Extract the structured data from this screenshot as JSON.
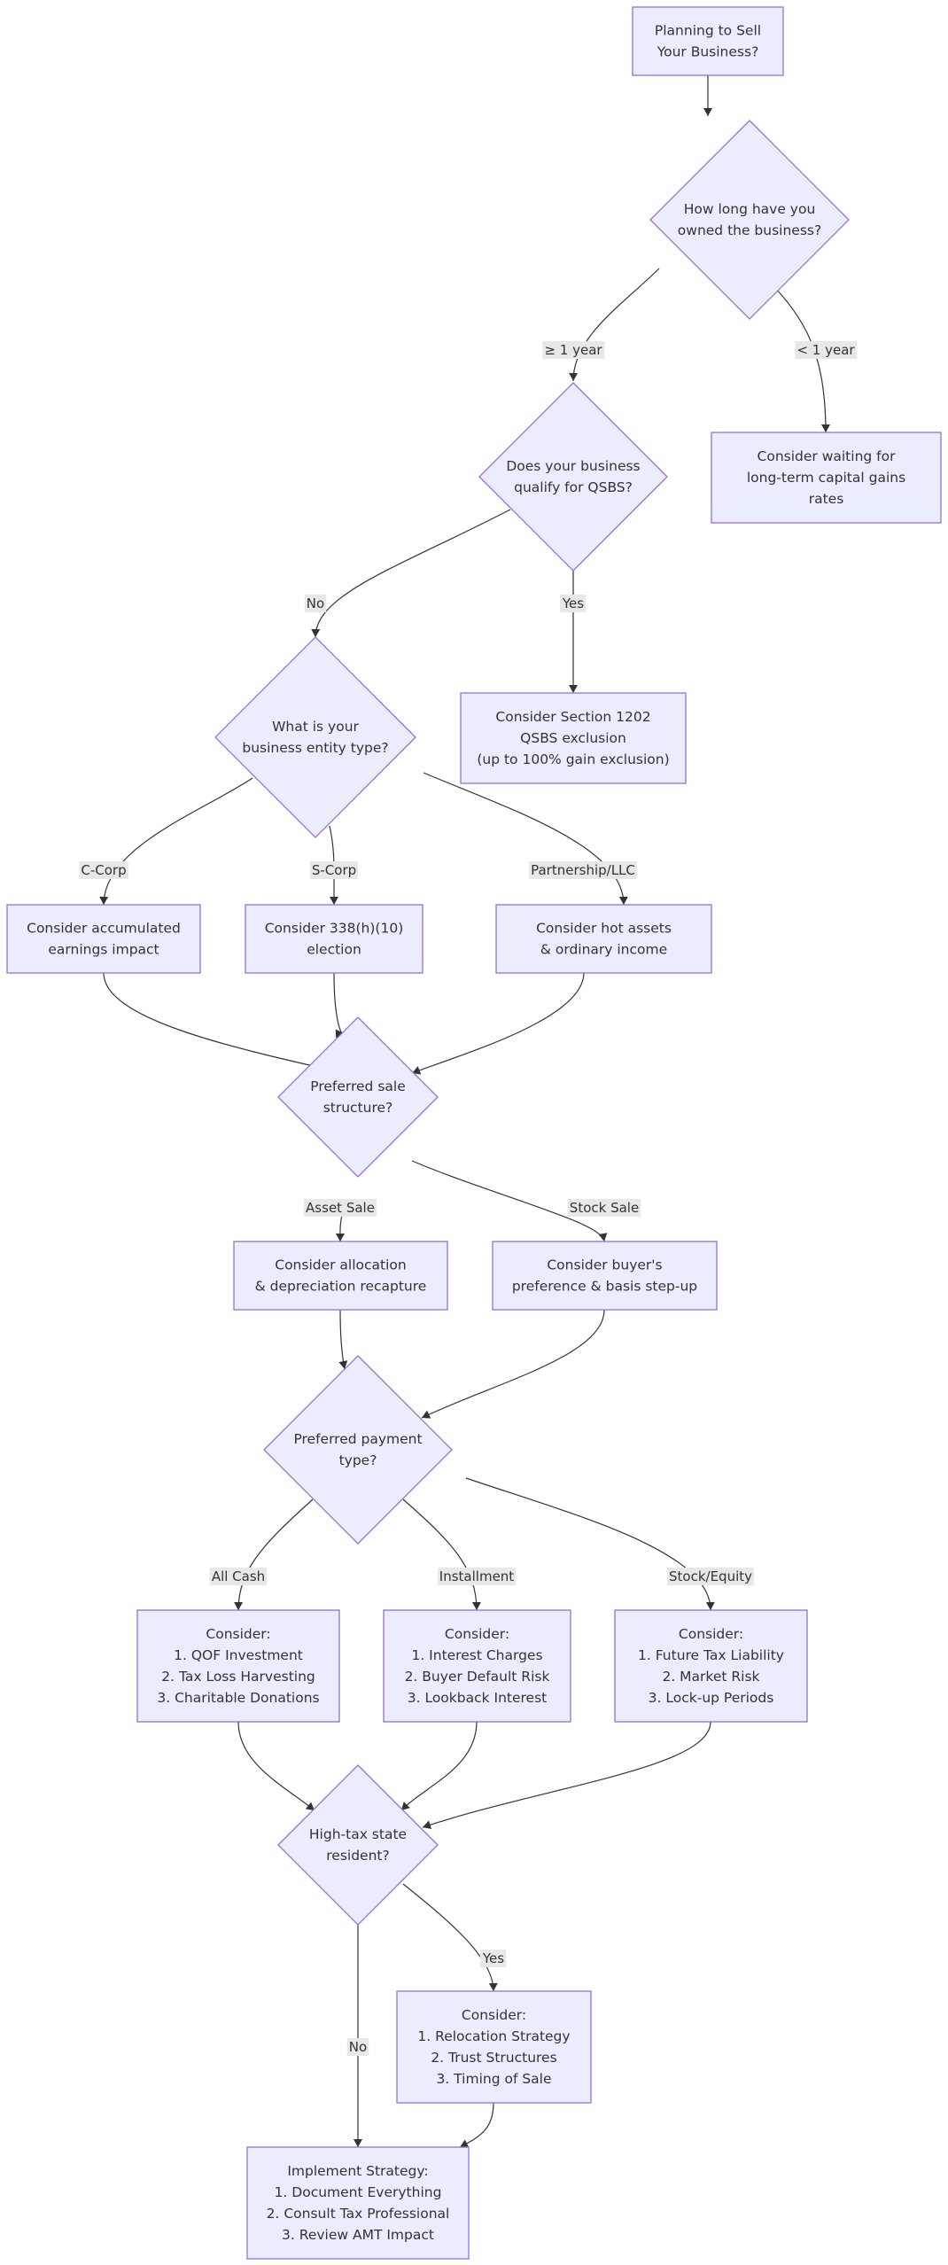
{
  "nodes": {
    "start": {
      "shape": "rect",
      "lines": [
        "Planning to Sell",
        "Your Business?"
      ]
    },
    "own": {
      "shape": "diamond",
      "lines": [
        "How long have you",
        "owned the business?"
      ]
    },
    "wait": {
      "shape": "rect",
      "lines": [
        "Consider waiting for",
        "long-term capital gains",
        "rates"
      ]
    },
    "qsbs": {
      "shape": "diamond",
      "lines": [
        "Does your business",
        "qualify for QSBS?"
      ]
    },
    "sec1202": {
      "shape": "rect",
      "lines": [
        "Consider Section 1202",
        "QSBS exclusion",
        "(up to 100% gain exclusion)"
      ]
    },
    "entity": {
      "shape": "diamond",
      "lines": [
        "What is your",
        "business entity type?"
      ]
    },
    "ccorp": {
      "shape": "rect",
      "lines": [
        "Consider accumulated",
        "earnings impact"
      ]
    },
    "scorp": {
      "shape": "rect",
      "lines": [
        "Consider 338(h)(10)",
        "election"
      ]
    },
    "partner": {
      "shape": "rect",
      "lines": [
        "Consider hot assets",
        "& ordinary income"
      ]
    },
    "sale": {
      "shape": "diamond",
      "lines": [
        "Preferred sale",
        "structure?"
      ]
    },
    "asset": {
      "shape": "rect",
      "lines": [
        "Consider allocation",
        "& depreciation recapture"
      ]
    },
    "stock": {
      "shape": "rect",
      "lines": [
        "Consider buyer's",
        "preference & basis step-up"
      ]
    },
    "payment": {
      "shape": "diamond",
      "lines": [
        "Preferred payment",
        "type?"
      ]
    },
    "cash": {
      "shape": "rect",
      "lines": [
        "Consider:",
        "1. QOF Investment",
        "2. Tax Loss Harvesting",
        "3. Charitable Donations"
      ]
    },
    "install": {
      "shape": "rect",
      "lines": [
        "Consider:",
        "1. Interest Charges",
        "2. Buyer Default Risk",
        "3. Lookback Interest"
      ]
    },
    "equity": {
      "shape": "rect",
      "lines": [
        "Consider:",
        "1. Future Tax Liability",
        "2. Market Risk",
        "3. Lock-up Periods"
      ]
    },
    "state": {
      "shape": "diamond",
      "lines": [
        "High-tax state",
        "resident?"
      ]
    },
    "relocate": {
      "shape": "rect",
      "lines": [
        "Consider:",
        "1. Relocation Strategy",
        "2. Trust Structures",
        "3. Timing of Sale"
      ]
    },
    "implement": {
      "shape": "rect",
      "lines": [
        "Implement Strategy:",
        "1. Document Everything",
        "2. Consult Tax Professional",
        "3. Review AMT Impact"
      ]
    }
  },
  "edges": [
    {
      "from": "start",
      "to": "own",
      "label": ""
    },
    {
      "from": "own",
      "to": "qsbs",
      "label": "≥ 1 year"
    },
    {
      "from": "own",
      "to": "wait",
      "label": "< 1 year"
    },
    {
      "from": "qsbs",
      "to": "entity",
      "label": "No"
    },
    {
      "from": "qsbs",
      "to": "sec1202",
      "label": "Yes"
    },
    {
      "from": "entity",
      "to": "ccorp",
      "label": "C-Corp"
    },
    {
      "from": "entity",
      "to": "scorp",
      "label": "S-Corp"
    },
    {
      "from": "entity",
      "to": "partner",
      "label": "Partnership/LLC"
    },
    {
      "from": "ccorp",
      "to": "sale",
      "label": ""
    },
    {
      "from": "scorp",
      "to": "sale",
      "label": ""
    },
    {
      "from": "partner",
      "to": "sale",
      "label": ""
    },
    {
      "from": "sale",
      "to": "asset",
      "label": "Asset Sale"
    },
    {
      "from": "sale",
      "to": "stock",
      "label": "Stock Sale"
    },
    {
      "from": "asset",
      "to": "payment",
      "label": ""
    },
    {
      "from": "stock",
      "to": "payment",
      "label": ""
    },
    {
      "from": "payment",
      "to": "cash",
      "label": "All Cash"
    },
    {
      "from": "payment",
      "to": "install",
      "label": "Installment"
    },
    {
      "from": "payment",
      "to": "equity",
      "label": "Stock/Equity"
    },
    {
      "from": "cash",
      "to": "state",
      "label": ""
    },
    {
      "from": "install",
      "to": "state",
      "label": ""
    },
    {
      "from": "equity",
      "to": "state",
      "label": ""
    },
    {
      "from": "state",
      "to": "relocate",
      "label": "Yes"
    },
    {
      "from": "state",
      "to": "implement",
      "label": "No"
    },
    {
      "from": "relocate",
      "to": "implement",
      "label": ""
    }
  ]
}
